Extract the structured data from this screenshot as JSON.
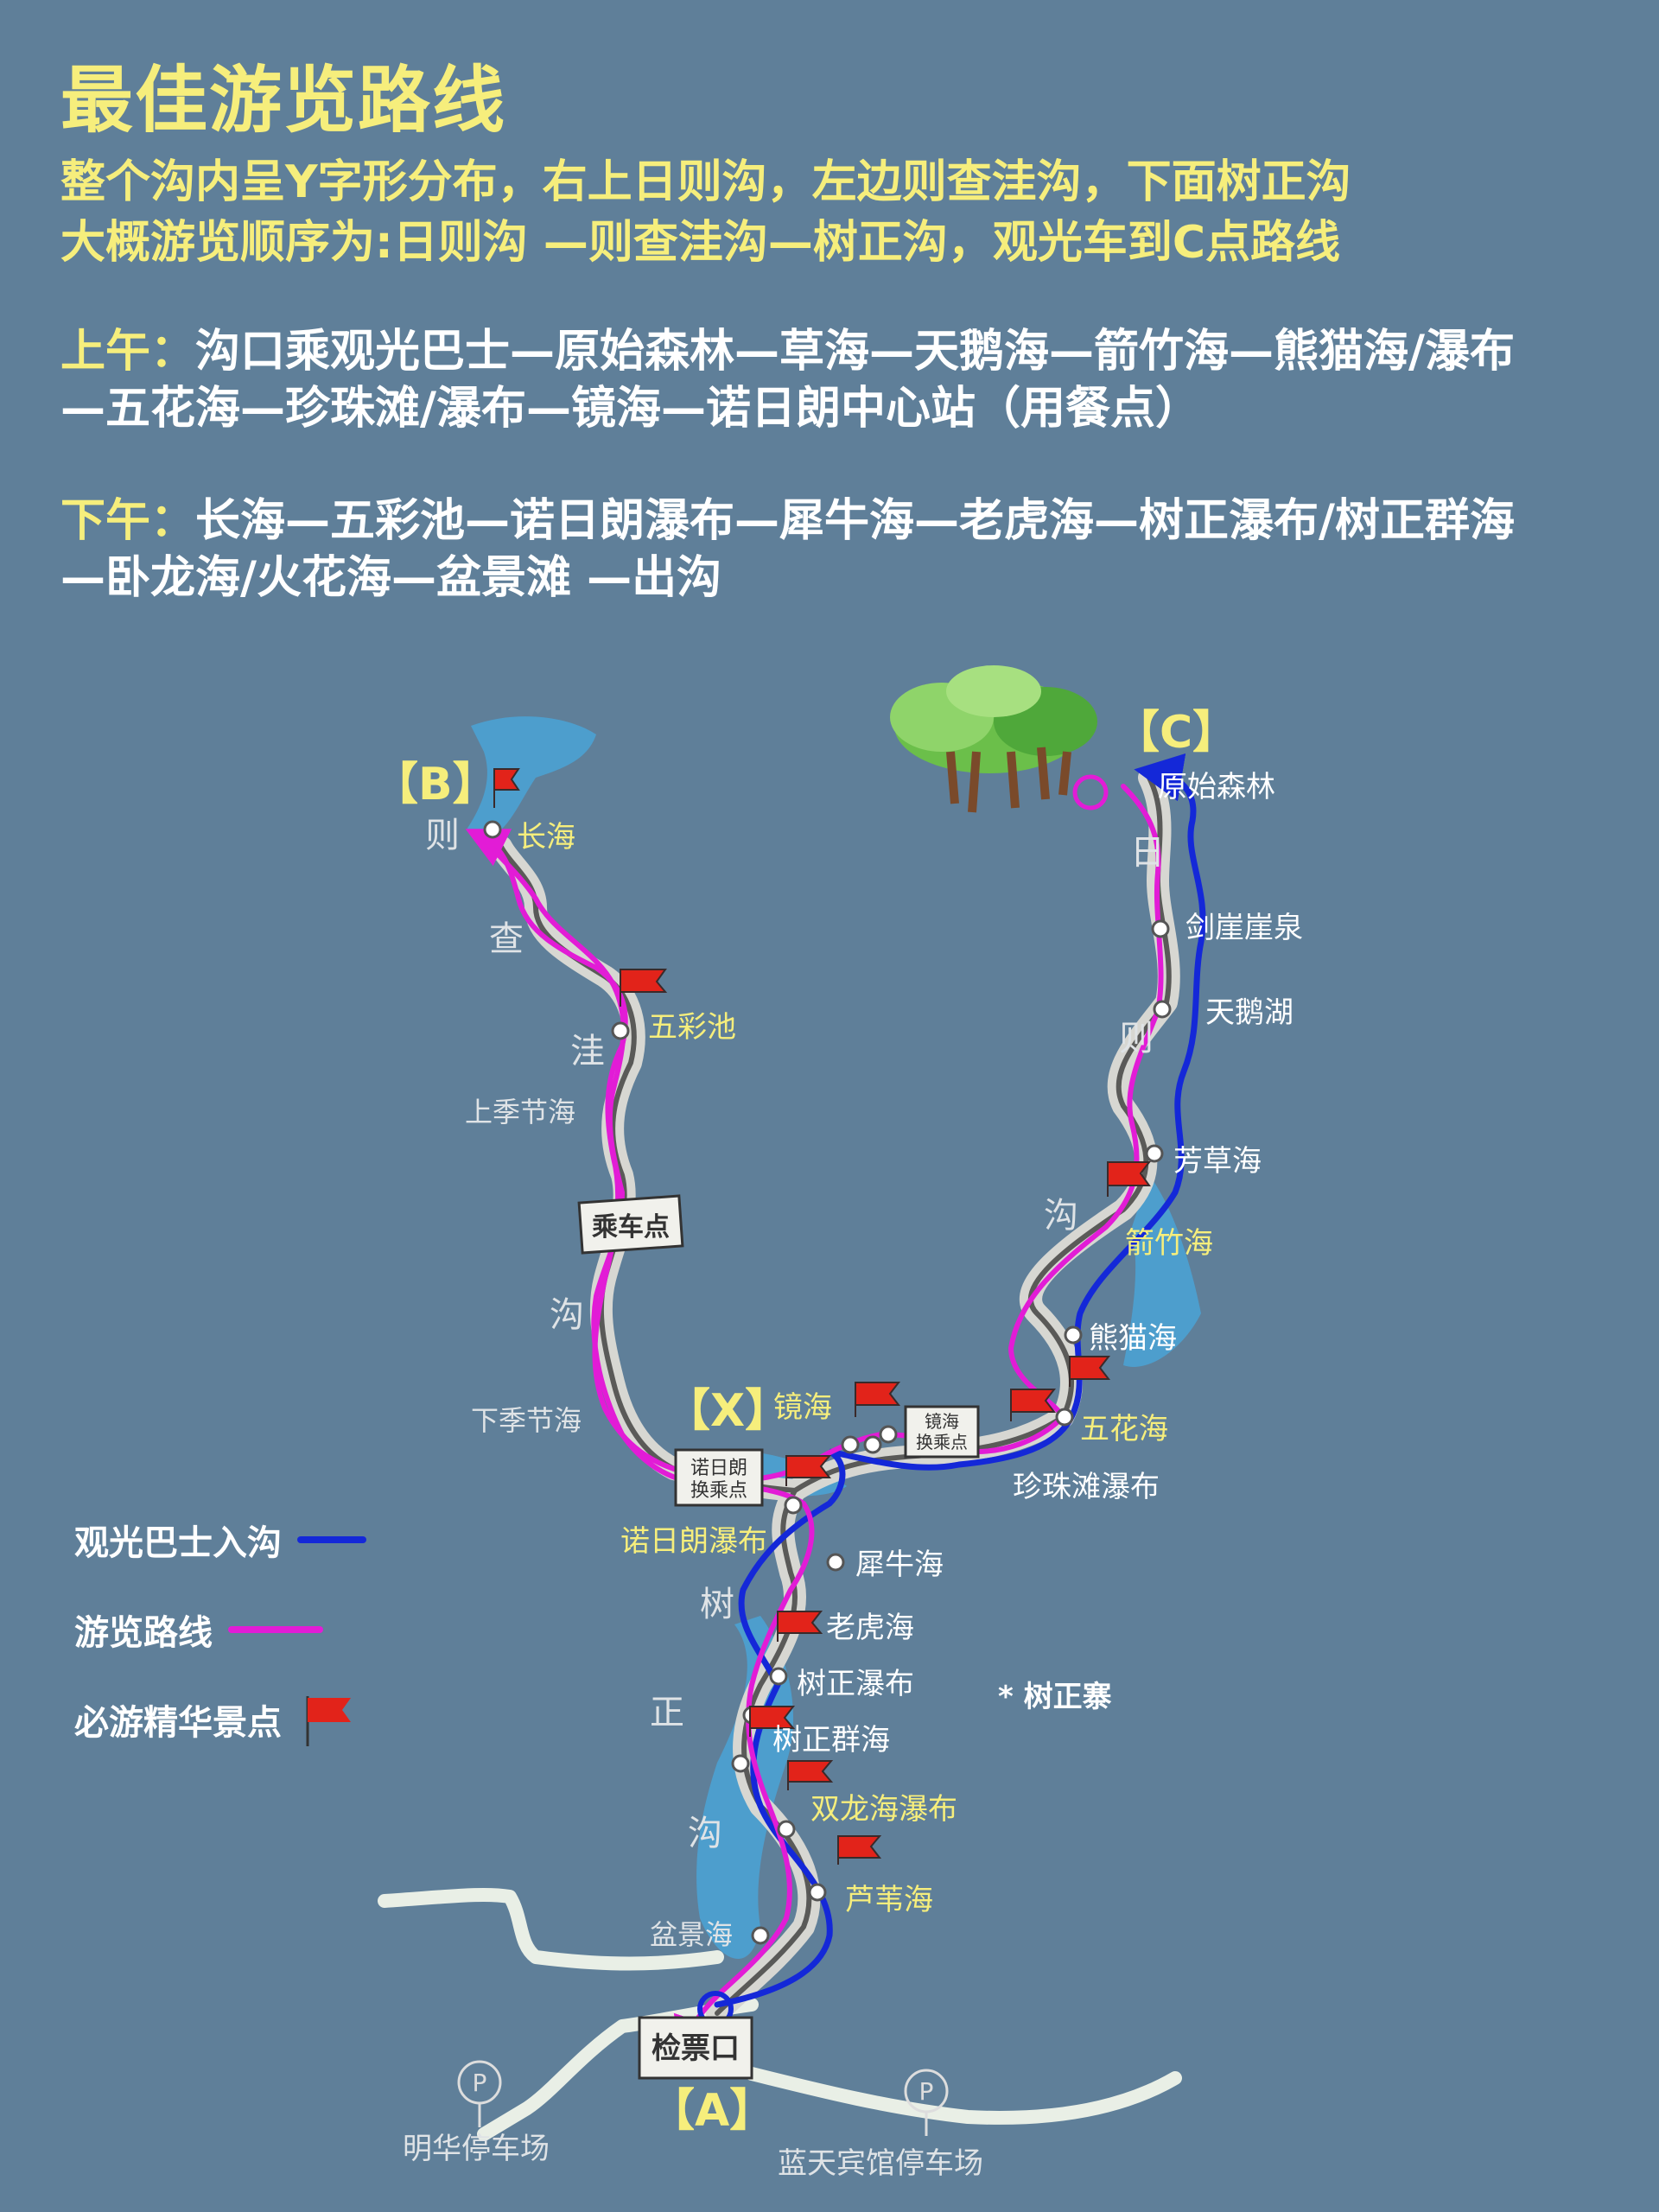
{
  "title": "最佳游览路线",
  "intro": [
    "整个沟内呈Y字形分布，右上日则沟，左边则查洼沟，下面树正沟",
    "大概游览顺序为:日则沟 —则查洼沟—树正沟，观光车到C点路线"
  ],
  "morning": {
    "label": "上午：",
    "line1": "沟口乘观光巴士—原始森林—草海—天鹅海—箭竹海—熊猫海/瀑布",
    "line2": "—五花海—珍珠滩/瀑布—镜海—诺日朗中心站（用餐点）"
  },
  "afternoon": {
    "label": "下午：",
    "line1": "长海—五彩池—诺日朗瀑布—犀牛海—老虎海—树正瀑布/树正群海",
    "line2": "—卧龙海/火花海—盆景滩 —出沟"
  },
  "map": {
    "points": {
      "A": "【A】",
      "B": "【B】",
      "C": "【C】",
      "X": "【X】"
    },
    "valley_chars": {
      "left": [
        "则",
        "查",
        "洼",
        "沟"
      ],
      "right": [
        "日",
        "则",
        "沟"
      ],
      "bottom": [
        "树",
        "正",
        "沟"
      ]
    },
    "spots": {
      "yuanshi": "原始森林",
      "jianya": "剑崖崖泉",
      "tiane": "天鹅湖",
      "fangcao": "芳草海",
      "jianzhu": "箭竹海",
      "xiongmao": "熊猫海",
      "wuhua": "五花海",
      "zhenzhu": "珍珠滩瀑布",
      "jinghai": "镜海",
      "changhai": "长海",
      "wucai": "五彩池",
      "shangji": "上季节海",
      "xiaji": "下季节海",
      "nuorilang_pubu": "诺日朗瀑布",
      "xiniu": "犀牛海",
      "laohu": "老虎海",
      "shuzheng_pubu": "树正瀑布",
      "shuzheng_qunhai": "树正群海",
      "shuanglong": "双龙海瀑布",
      "luwei": "芦苇海",
      "penjing": "盆景海",
      "shuzhengzhai": "* 树正寨",
      "minghua_parking": "明华停车场",
      "lantian_parking": "蓝天宾馆停车场"
    },
    "boards": {
      "checheng": "乘车点",
      "nuorilang1": "诺日朗",
      "nuorilang2": "换乘点",
      "jinghai1": "镜海",
      "jinghai2": "换乘点",
      "ticket": "检票口"
    },
    "parking_symbol": "P"
  },
  "legend": {
    "bus": "观光巴士入沟",
    "route": "游览路线",
    "highlight": "必游精华景点"
  },
  "colors": {
    "background": "#5f7f99",
    "title": "#f6ee7c",
    "bus_line": "#1428d8",
    "route_line": "#e21cd6",
    "flag": "#e2231a",
    "river": "#4aa3d6"
  }
}
